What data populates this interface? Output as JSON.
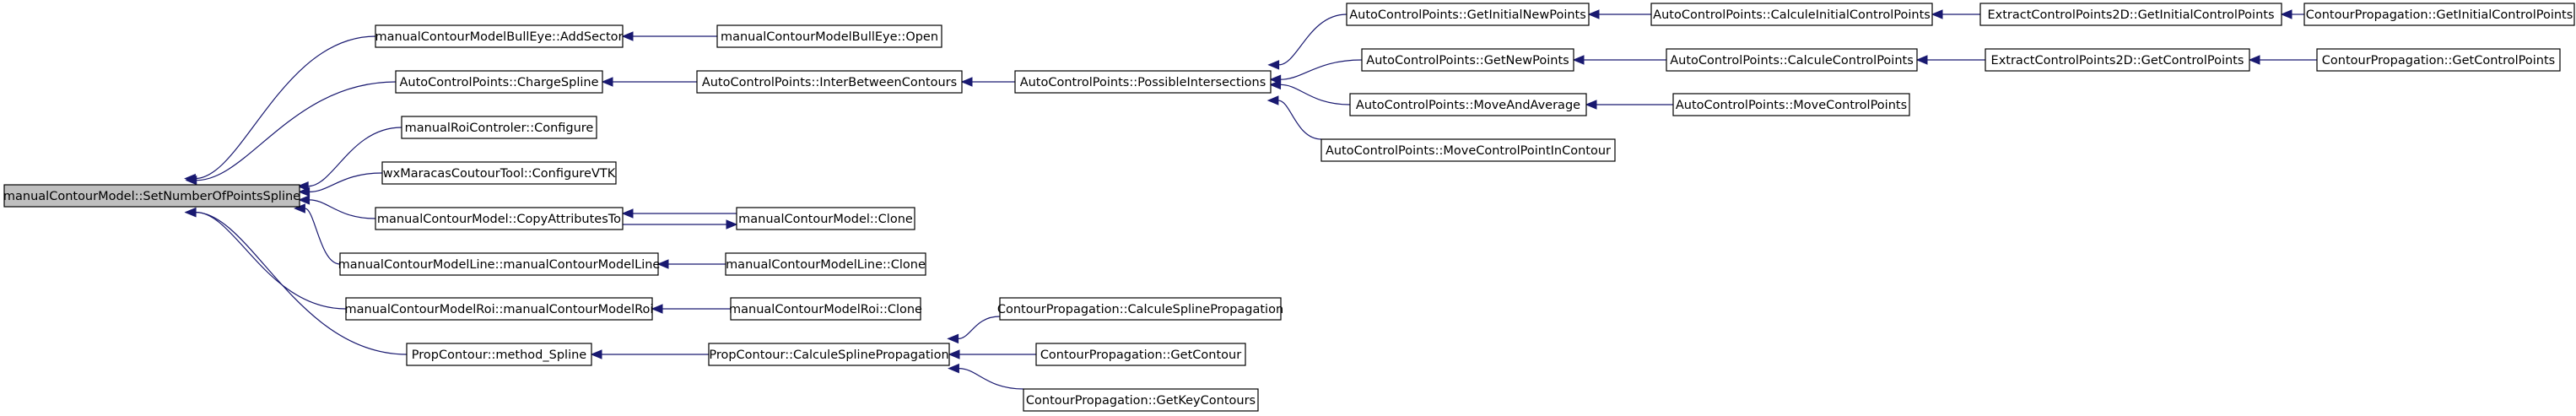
{
  "colors": {
    "edge": "#191970",
    "root_fill": "#bfbfbf",
    "node_fill": "#ffffff",
    "border": "#000000"
  },
  "nodes": [
    {
      "id": "root",
      "label": "manualContourModel::SetNumberOfPointsSpline",
      "root": true
    },
    {
      "id": "bullAdd",
      "label": "manualContourModelBullEye::AddSector"
    },
    {
      "id": "bullOpen",
      "label": "manualContourModelBullEye::Open"
    },
    {
      "id": "acpCharge",
      "label": "AutoControlPoints::ChargeSpline"
    },
    {
      "id": "acpInter",
      "label": "AutoControlPoints::InterBetweenContours"
    },
    {
      "id": "acpPossible",
      "label": "AutoControlPoints::PossibleIntersections"
    },
    {
      "id": "acpGetInit",
      "label": "AutoControlPoints::GetInitialNewPoints"
    },
    {
      "id": "acpCalcInit",
      "label": "AutoControlPoints::CalculeInitialControlPoints"
    },
    {
      "id": "ecpGetInit",
      "label": "ExtractControlPoints2D::GetInitialControlPoints"
    },
    {
      "id": "cpGetInit",
      "label": "ContourPropagation::GetInitialControlPoints"
    },
    {
      "id": "acpGetNew",
      "label": "AutoControlPoints::GetNewPoints"
    },
    {
      "id": "acpCalcCP",
      "label": "AutoControlPoints::CalculeControlPoints"
    },
    {
      "id": "ecpGetCP",
      "label": "ExtractControlPoints2D::GetControlPoints"
    },
    {
      "id": "cpGetCP",
      "label": "ContourPropagation::GetControlPoints"
    },
    {
      "id": "acpMoveAvg",
      "label": "AutoControlPoints::MoveAndAverage"
    },
    {
      "id": "acpMoveCP",
      "label": "AutoControlPoints::MoveControlPoints"
    },
    {
      "id": "acpMoveIn",
      "label": "AutoControlPoints::MoveControlPointInContour"
    },
    {
      "id": "roiConf",
      "label": "manualRoiControler::Configure"
    },
    {
      "id": "wxConf",
      "label": "wxMaracasCoutourTool::ConfigureVTK"
    },
    {
      "id": "mcmCopy",
      "label": "manualContourModel::CopyAttributesTo"
    },
    {
      "id": "mcmClone",
      "label": "manualContourModel::Clone"
    },
    {
      "id": "lineCtor",
      "label": "manualContourModelLine::manualContourModelLine"
    },
    {
      "id": "lineClone",
      "label": "manualContourModelLine::Clone"
    },
    {
      "id": "roiCtor",
      "label": "manualContourModelRoi::manualContourModelRoi"
    },
    {
      "id": "roiClone",
      "label": "manualContourModelRoi::Clone"
    },
    {
      "id": "propMethod",
      "label": "PropContour::method_Spline"
    },
    {
      "id": "propCalc",
      "label": "PropContour::CalculeSplinePropagation"
    },
    {
      "id": "cpCalcSpline",
      "label": "ContourPropagation::CalculeSplinePropagation"
    },
    {
      "id": "cpGetContour",
      "label": "ContourPropagation::GetContour"
    },
    {
      "id": "cpGetKey",
      "label": "ContourPropagation::GetKeyContours"
    }
  ],
  "edges": [
    {
      "from": "bullAdd",
      "to": "root"
    },
    {
      "from": "acpCharge",
      "to": "root"
    },
    {
      "from": "roiConf",
      "to": "root"
    },
    {
      "from": "wxConf",
      "to": "root"
    },
    {
      "from": "mcmCopy",
      "to": "root"
    },
    {
      "from": "lineCtor",
      "to": "root"
    },
    {
      "from": "roiCtor",
      "to": "root"
    },
    {
      "from": "propMethod",
      "to": "root"
    },
    {
      "from": "bullOpen",
      "to": "bullAdd"
    },
    {
      "from": "acpInter",
      "to": "acpCharge"
    },
    {
      "from": "acpPossible",
      "to": "acpInter"
    },
    {
      "from": "acpGetInit",
      "to": "acpPossible"
    },
    {
      "from": "acpGetNew",
      "to": "acpPossible"
    },
    {
      "from": "acpMoveAvg",
      "to": "acpPossible"
    },
    {
      "from": "acpMoveIn",
      "to": "acpPossible"
    },
    {
      "from": "acpCalcInit",
      "to": "acpGetInit"
    },
    {
      "from": "ecpGetInit",
      "to": "acpCalcInit"
    },
    {
      "from": "cpGetInit",
      "to": "ecpGetInit"
    },
    {
      "from": "acpCalcCP",
      "to": "acpGetNew"
    },
    {
      "from": "ecpGetCP",
      "to": "acpCalcCP"
    },
    {
      "from": "cpGetCP",
      "to": "ecpGetCP"
    },
    {
      "from": "acpMoveCP",
      "to": "acpMoveAvg"
    },
    {
      "from": "mcmClone",
      "to": "mcmCopy"
    },
    {
      "from": "mcmCopy",
      "to": "mcmClone"
    },
    {
      "from": "lineClone",
      "to": "lineCtor"
    },
    {
      "from": "roiClone",
      "to": "roiCtor"
    },
    {
      "from": "propCalc",
      "to": "propMethod"
    },
    {
      "from": "cpCalcSpline",
      "to": "propCalc"
    },
    {
      "from": "cpGetContour",
      "to": "propCalc"
    },
    {
      "from": "cpGetKey",
      "to": "propCalc"
    }
  ]
}
